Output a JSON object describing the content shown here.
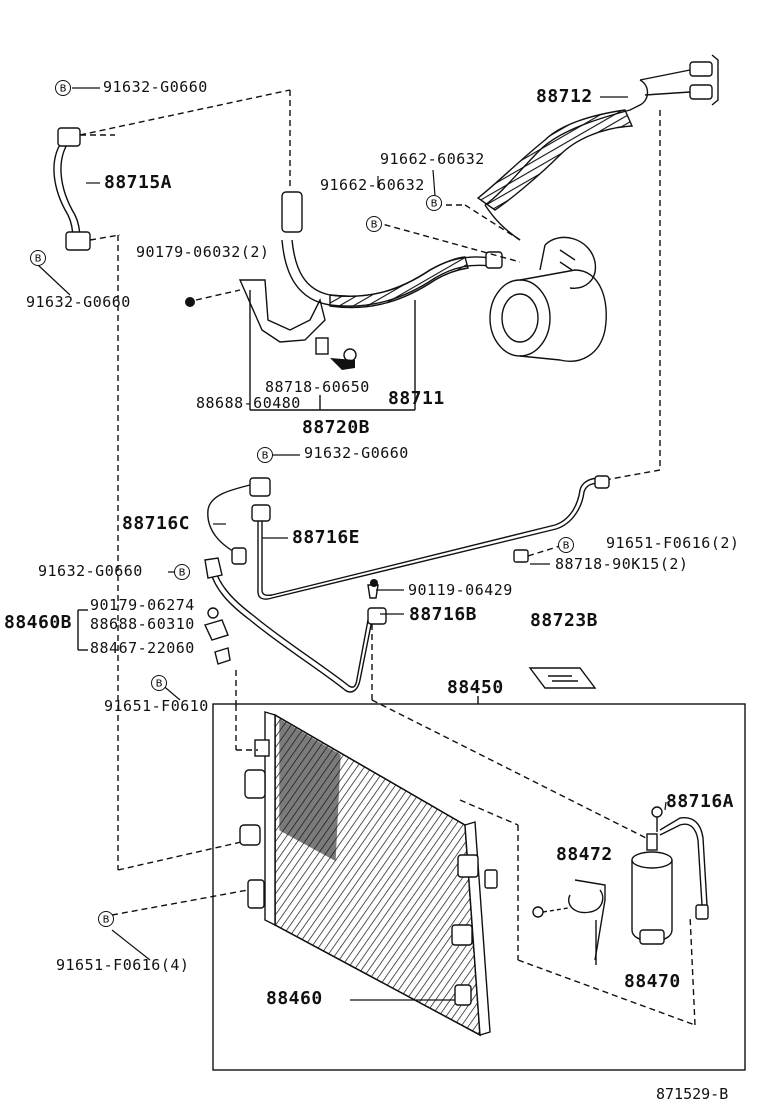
{
  "labels": {
    "p91632_g0660_top": "91632-G0660",
    "p88715A": "88715A",
    "p91632_g0660_mid": "91632-G0660",
    "p90179_06032": "90179-06032(2)",
    "p91662_60632_a": "91662-60632",
    "p91662_60632_b": "91662-60632",
    "p88712": "88712",
    "p88718_60650": "88718-60650",
    "p88688_60480": "88688-60480",
    "p88711": "88711",
    "p88720B": "88720B",
    "p91632_g0660_c": "91632-G0660",
    "p88716C": "88716C",
    "p88716E": "88716E",
    "p91632_g0660_d": "91632-G0660",
    "p91651_f0616_2": "91651-F0616(2)",
    "p88718_90K15": "88718-90K15(2)",
    "p90119_06429": "90119-06429",
    "p88460B": "88460B",
    "p90179_06274": "90179-06274",
    "p88688_60310": "88688-60310",
    "p88467_22060": "88467-22060",
    "p88716B": "88716B",
    "p88723B": "88723B",
    "p91651_f0610": "91651-F0610",
    "p88450": "88450",
    "p88716A": "88716A",
    "p88472": "88472",
    "p91651_f0616_4": "91651-F0616(4)",
    "p88470": "88470",
    "p88460": "88460",
    "diagram_ref": "871529-B"
  },
  "bolt_marker_letter": "B"
}
